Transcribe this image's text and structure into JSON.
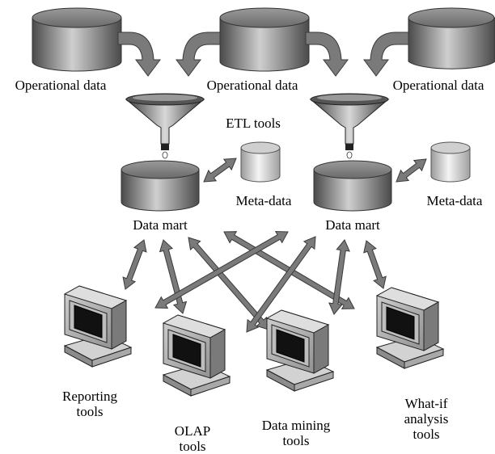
{
  "sources": [
    {
      "label": "Operational data"
    },
    {
      "label": "Operational data"
    },
    {
      "label": "Operational data"
    }
  ],
  "etl_label": "ETL tools",
  "marts": [
    {
      "label": "Data mart",
      "meta_label": "Meta-data"
    },
    {
      "label": "Data mart",
      "meta_label": "Meta-data"
    }
  ],
  "tools": [
    {
      "line1": "Reporting",
      "line2": "tools"
    },
    {
      "line1": "OLAP",
      "line2": "tools"
    },
    {
      "line1": "Data mining",
      "line2": "tools"
    },
    {
      "line1": "What-if analysis",
      "line2": "tools"
    }
  ],
  "colors": {
    "arrow": "#7a7a7a",
    "arrow_stroke": "#3a3a3a",
    "cylinder_dark": "#5a5a5a",
    "cylinder_light": "#e8e8e8",
    "screen": "#111111"
  }
}
